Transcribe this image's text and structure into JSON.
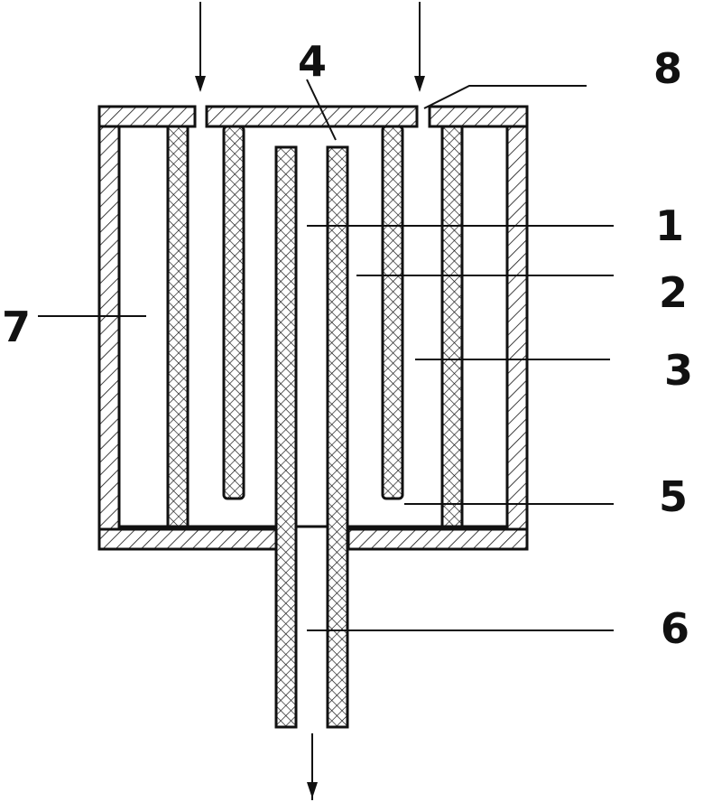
{
  "diagram": {
    "callouts": {
      "label_1": "1",
      "label_2": "2",
      "label_3": "3",
      "label_4": "4",
      "label_5": "5",
      "label_6": "6",
      "label_7": "7",
      "label_8": "8"
    },
    "colors": {
      "line": "#111111",
      "background": "#ffffff"
    }
  }
}
